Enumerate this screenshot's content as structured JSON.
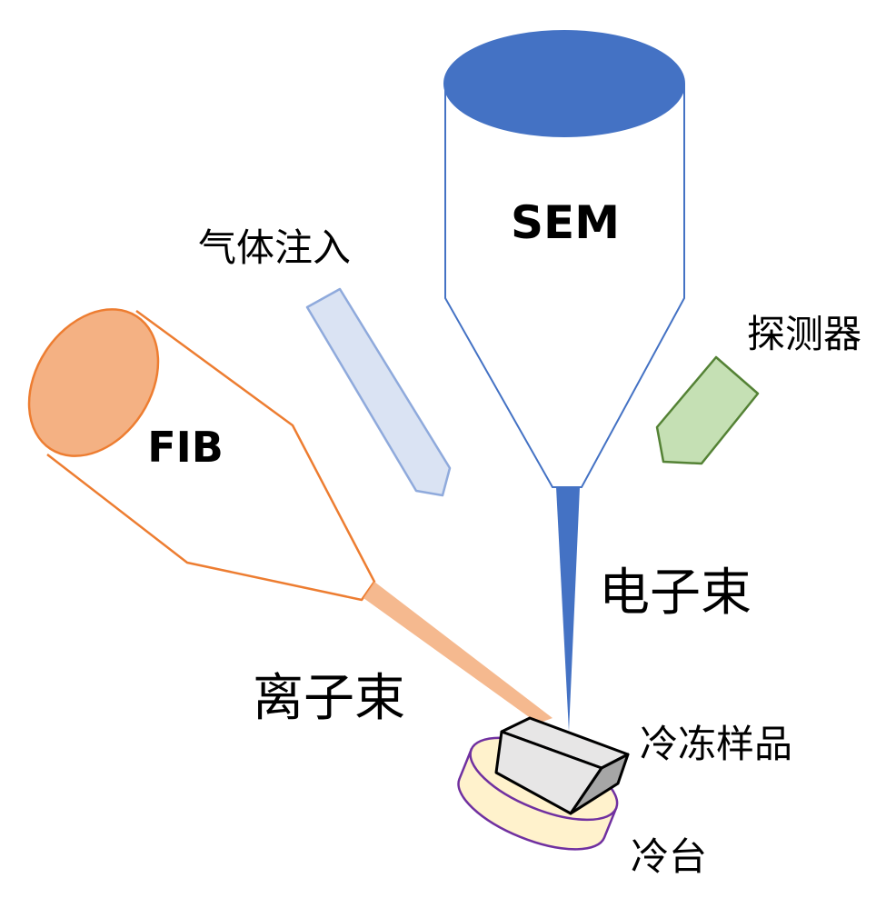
{
  "labels": {
    "sem": "SEM",
    "fib": "FIB",
    "gas_injection": "气体注入",
    "detector": "探测器",
    "electron_beam": "电子束",
    "ion_beam": "离子束",
    "frozen_sample": "冷冻样品",
    "cold_stage": "冷台"
  },
  "colors": {
    "sem_fill": "#4472C4",
    "sem_stroke": "#4472C4",
    "fib_fill": "#F4B183",
    "fib_stroke": "#ED7D31",
    "gas_fill": "#DAE3F3",
    "gas_stroke": "#8FAADC",
    "detector_fill": "#C5E0B4",
    "detector_stroke": "#548235",
    "stage_fill": "#FFF2CC",
    "stage_stroke": "#7030A0",
    "sample_front": "#E7E6E6",
    "sample_side": "#A6A6A6",
    "ion_beam_fill": "#F4B183"
  }
}
